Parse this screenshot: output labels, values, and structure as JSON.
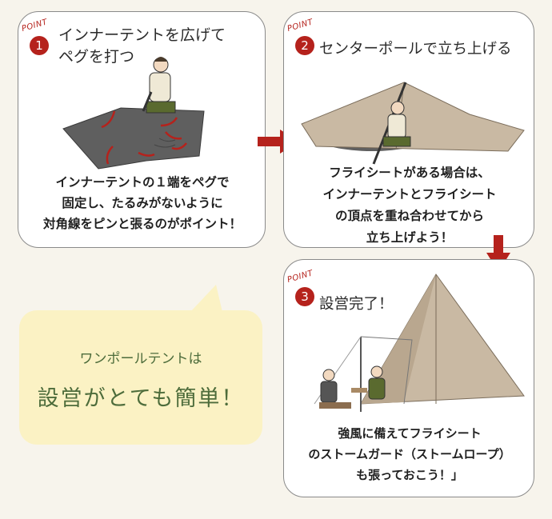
{
  "steps": [
    {
      "point_label": "POINT",
      "number": "1",
      "title": "インナーテントを広げて\nペグを打つ",
      "caption": "インナーテントの１端をペグで\n固定し、たるみがないように\n対角線をピンと張るのがポイント！"
    },
    {
      "point_label": "POINT",
      "number": "2",
      "title": "センターポールで立ち上げる",
      "caption": "フライシートがある場合は、\nインナーテントとフライシート\nの頂点を重ね合わせてから\n立ち上げよう！"
    },
    {
      "point_label": "POINT",
      "number": "3",
      "title": "設営完了！",
      "caption": "強風に備えてフライシート\nのストームガード（ストームロープ）\nも張っておこう！」"
    }
  ],
  "bubble": {
    "line1": "ワンポールテントは",
    "line2": "設営がとても簡単！"
  },
  "colors": {
    "accent_red": "#b5221c",
    "bubble_bg": "#fbf2c4",
    "bubble_text": "#4d6c3b",
    "tent_beige": "#c9b9a3",
    "ground_gray": "#5f5f5f"
  }
}
